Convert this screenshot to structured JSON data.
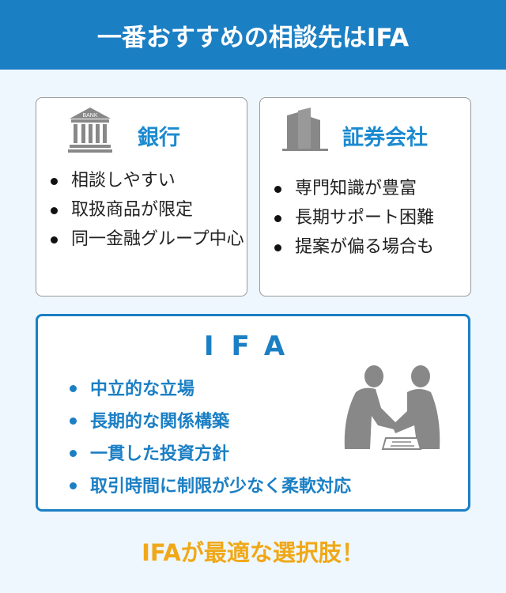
{
  "header": {
    "title": "一番おすすめの相談先はIFA"
  },
  "bank": {
    "title": "銀行",
    "icon_label": "BANK",
    "items": [
      "相談しやすい",
      "取扱商品が限定",
      "同一金融グループ中心"
    ]
  },
  "securities": {
    "title": "証券会社",
    "items": [
      "専門知識が豊富",
      "長期サポート困難",
      "提案が偏る場合も"
    ]
  },
  "ifa": {
    "title": "IFA",
    "items": [
      "中立的な立場",
      "長期的な関係構築",
      "一貫した投資方針",
      "取引時間に制限が少なく柔軟対応"
    ]
  },
  "footer": {
    "text": "IFAが最適な選択肢！"
  }
}
